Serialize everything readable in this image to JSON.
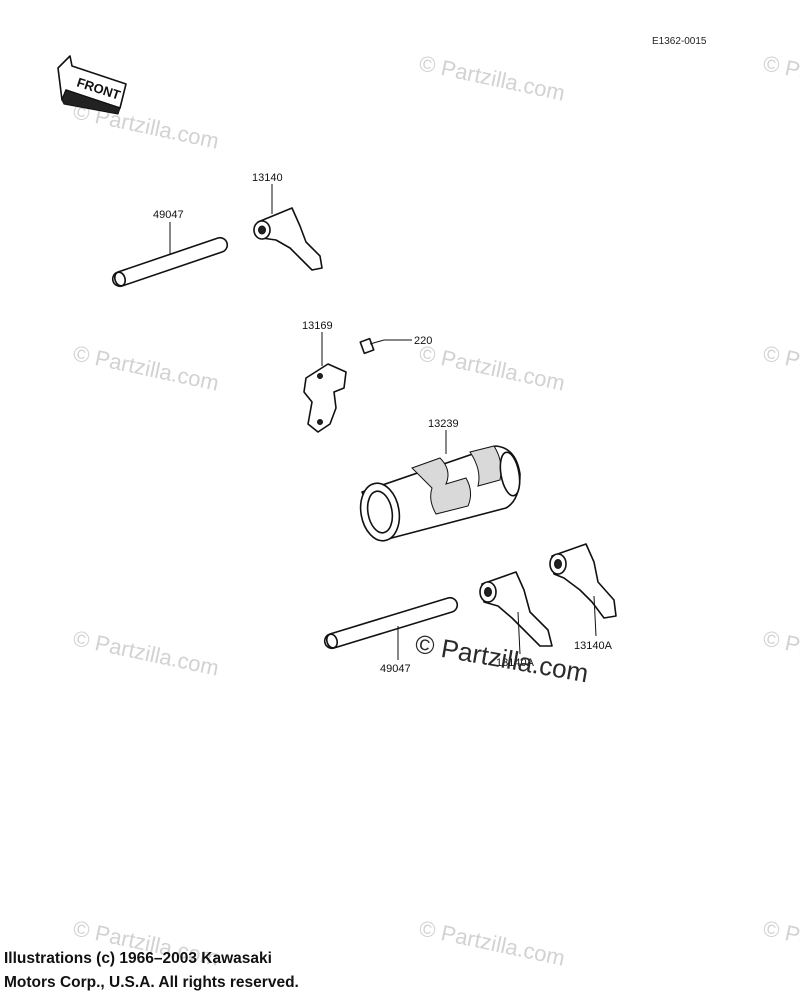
{
  "diagram_code": "E1362-0015",
  "front_label": "FRONT",
  "watermark": "© Partzilla.com",
  "copyright": {
    "line1": "Illustrations (c) 1966–2003 Kawasaki",
    "line2": "Motors Corp., U.S.A.  All rights reserved."
  },
  "callouts": {
    "rod_upper": "49047",
    "fork_upper": "13140",
    "plate": "13169",
    "bolt": "220",
    "drum": "13239",
    "rod_lower": "49047",
    "fork_middle": "13140A",
    "fork_right": "13140A"
  }
}
